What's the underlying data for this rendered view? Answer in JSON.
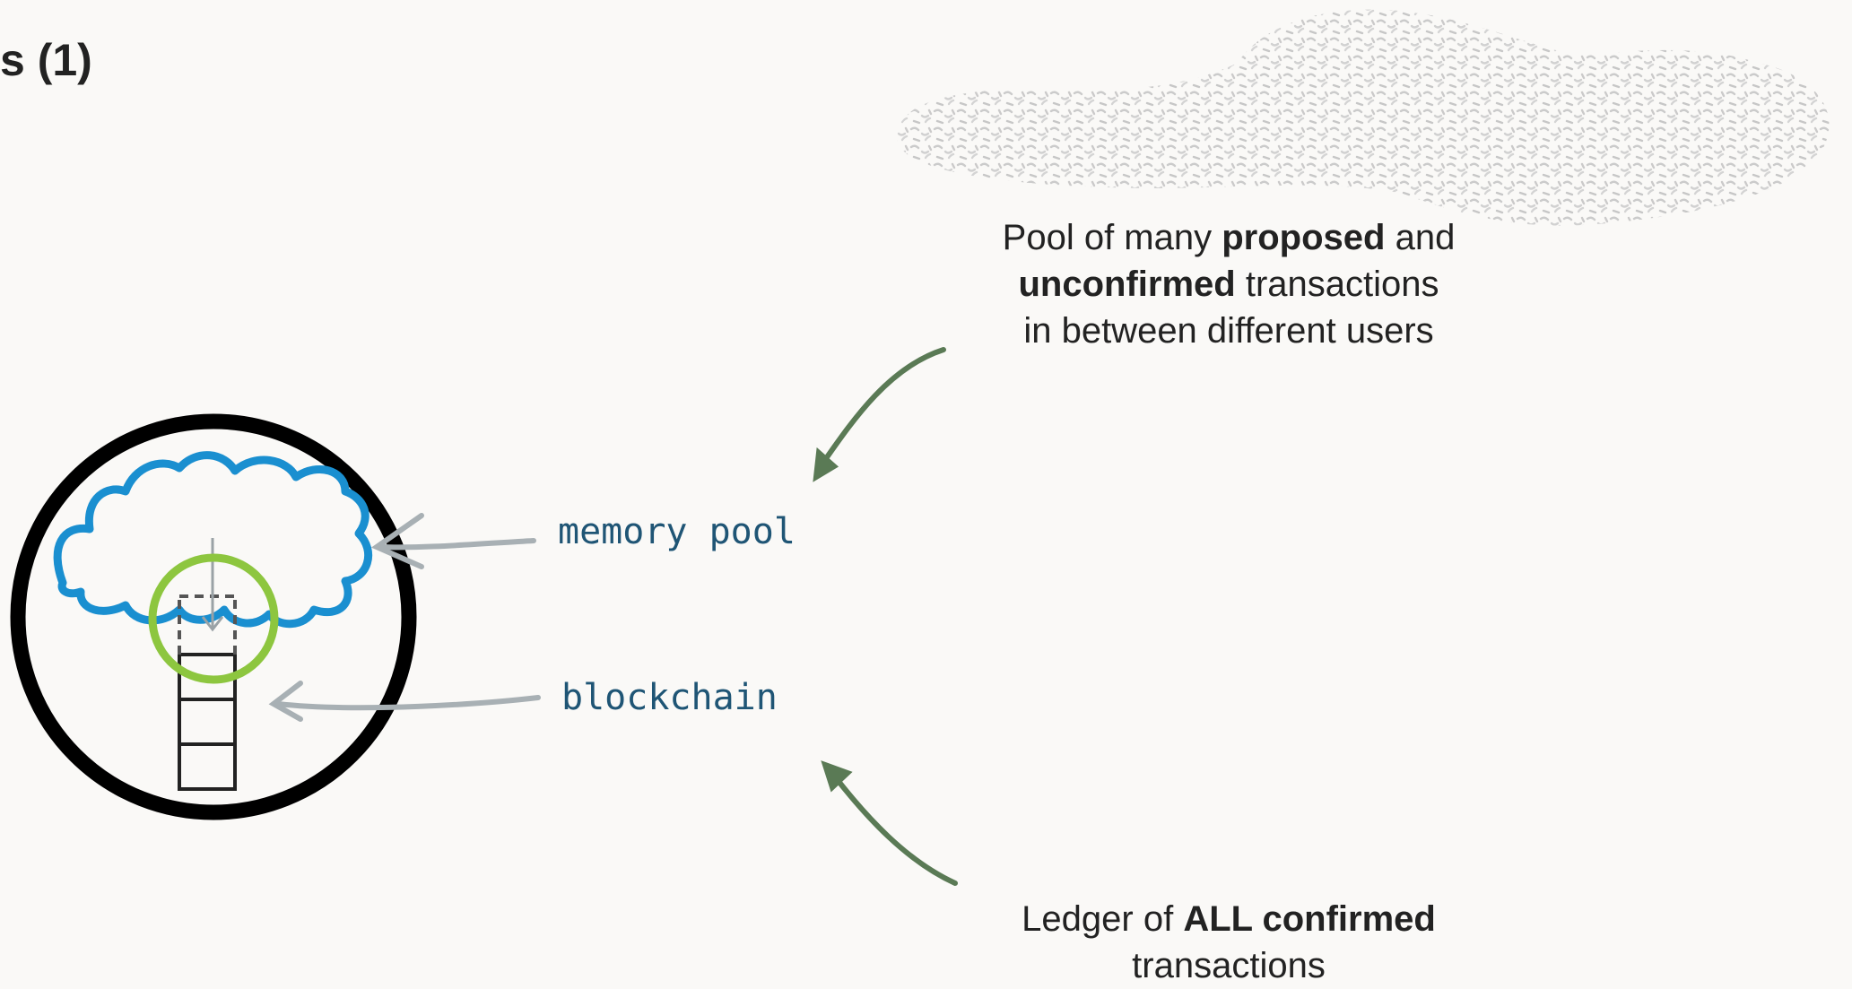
{
  "slide": {
    "title": "s (1)"
  },
  "labels": {
    "memory_pool": "memory pool",
    "blockchain": "blockchain"
  },
  "captions": {
    "pool": {
      "line1_prefix": "Pool of many ",
      "line1_bold": "proposed",
      "line1_suffix": " and",
      "line2_bold": "unconfirmed",
      "line2_suffix": " transactions",
      "line3": "in between different users"
    },
    "ledger": {
      "line1_prefix": "Ledger of ",
      "line1_bold": "ALL confirmed",
      "line2": "transactions"
    }
  },
  "colors": {
    "cloud": "#1a8fd0",
    "highlight": "#8dc63f",
    "arrow_green": "#5a7a55",
    "arrow_gray": "#a8b0b4",
    "label_blue": "#1f5575",
    "ring": "#000000"
  },
  "icons": {
    "node": "node-circle-icon",
    "cloud": "memory-pool-cloud-icon",
    "chain": "blockchain-stack-icon",
    "pool_texture": "transaction-cloud-texture"
  }
}
